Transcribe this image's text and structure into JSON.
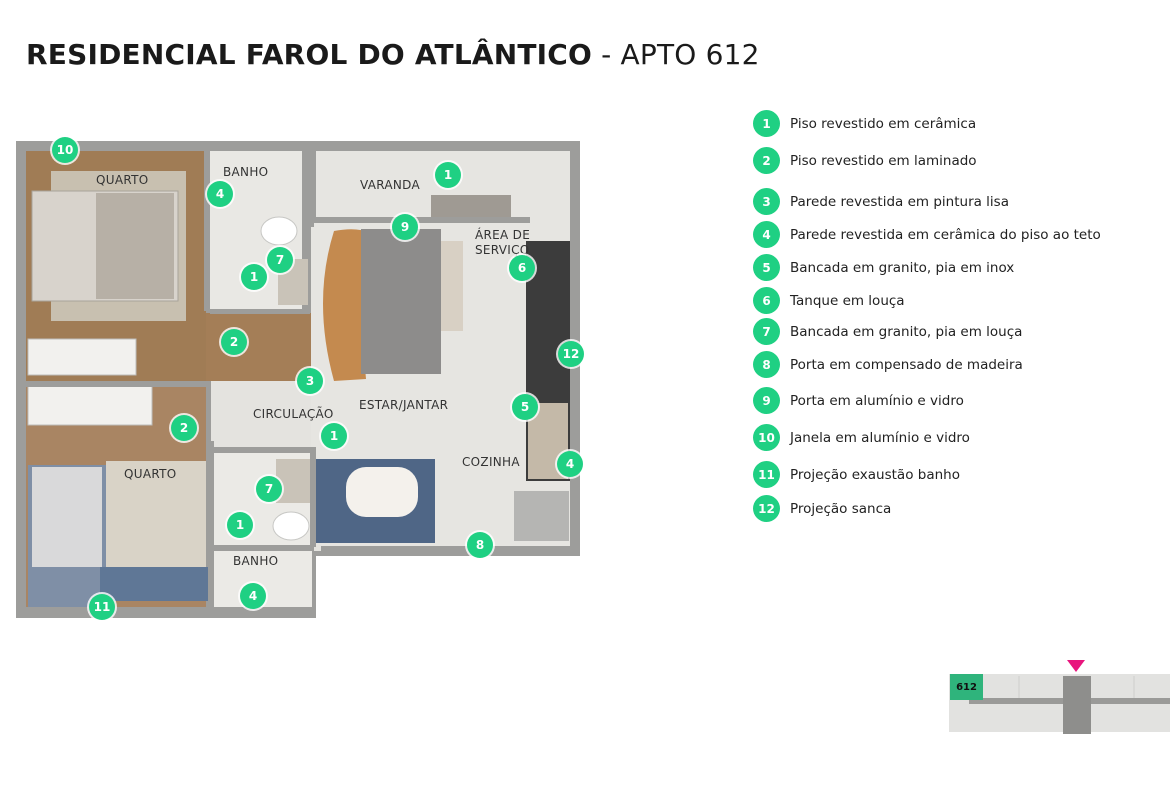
{
  "header": {
    "title_bold": "RESIDENCIAL FAROL DO ATLÂNTICO",
    "title_rest": " - APTO 612"
  },
  "plan": {
    "rooms": {
      "quarto_top": "QUARTO",
      "banho_top": "BANHO",
      "varanda": "VARANDA",
      "area_servico_1": "ÁREA DE",
      "area_servico_2": "SERVIÇO",
      "circulacao": "CIRCULAÇÃO",
      "estar_jantar": "ESTAR/JANTAR",
      "cozinha": "COZINHA",
      "quarto_bottom": "QUARTO",
      "banho_bottom": "BANHO"
    },
    "markers": {
      "m10": "10",
      "m4a": "4",
      "m1a": "1",
      "m9": "9",
      "m7a": "7",
      "m1b": "1",
      "m6": "6",
      "m2a": "2",
      "m12": "12",
      "m3": "3",
      "m5": "5",
      "m2b": "2",
      "m1c": "1",
      "m4b": "4",
      "m7b": "7",
      "m1d": "1",
      "m8": "8",
      "m4c": "4",
      "m11": "11"
    }
  },
  "legend": [
    {
      "num": "1",
      "text": "Piso revestido em cerâmica"
    },
    {
      "num": "2",
      "text": "Piso revestido em laminado"
    },
    {
      "num": "3",
      "text": "Parede revestida em pintura lisa"
    },
    {
      "num": "4",
      "text": "Parede revestida em cerâmica do piso ao teto"
    },
    {
      "num": "5",
      "text": "Bancada em granito, pia em inox"
    },
    {
      "num": "6",
      "text": "Tanque em louça"
    },
    {
      "num": "7",
      "text": "Bancada em granito, pia em louça"
    },
    {
      "num": "8",
      "text": "Porta em compensado de madeira"
    },
    {
      "num": "9",
      "text": "Porta em alumínio e vidro"
    },
    {
      "num": "10",
      "text": "Janela em alumínio e vidro"
    },
    {
      "num": "11",
      "text": "Projeção exaustão banho"
    },
    {
      "num": "12",
      "text": "Projeção sanca"
    }
  ],
  "keyplan": {
    "unit": "612"
  },
  "colors": {
    "accent": "#1fd083",
    "pointer": "#e8157d",
    "unit_highlight": "#2fb47c"
  }
}
